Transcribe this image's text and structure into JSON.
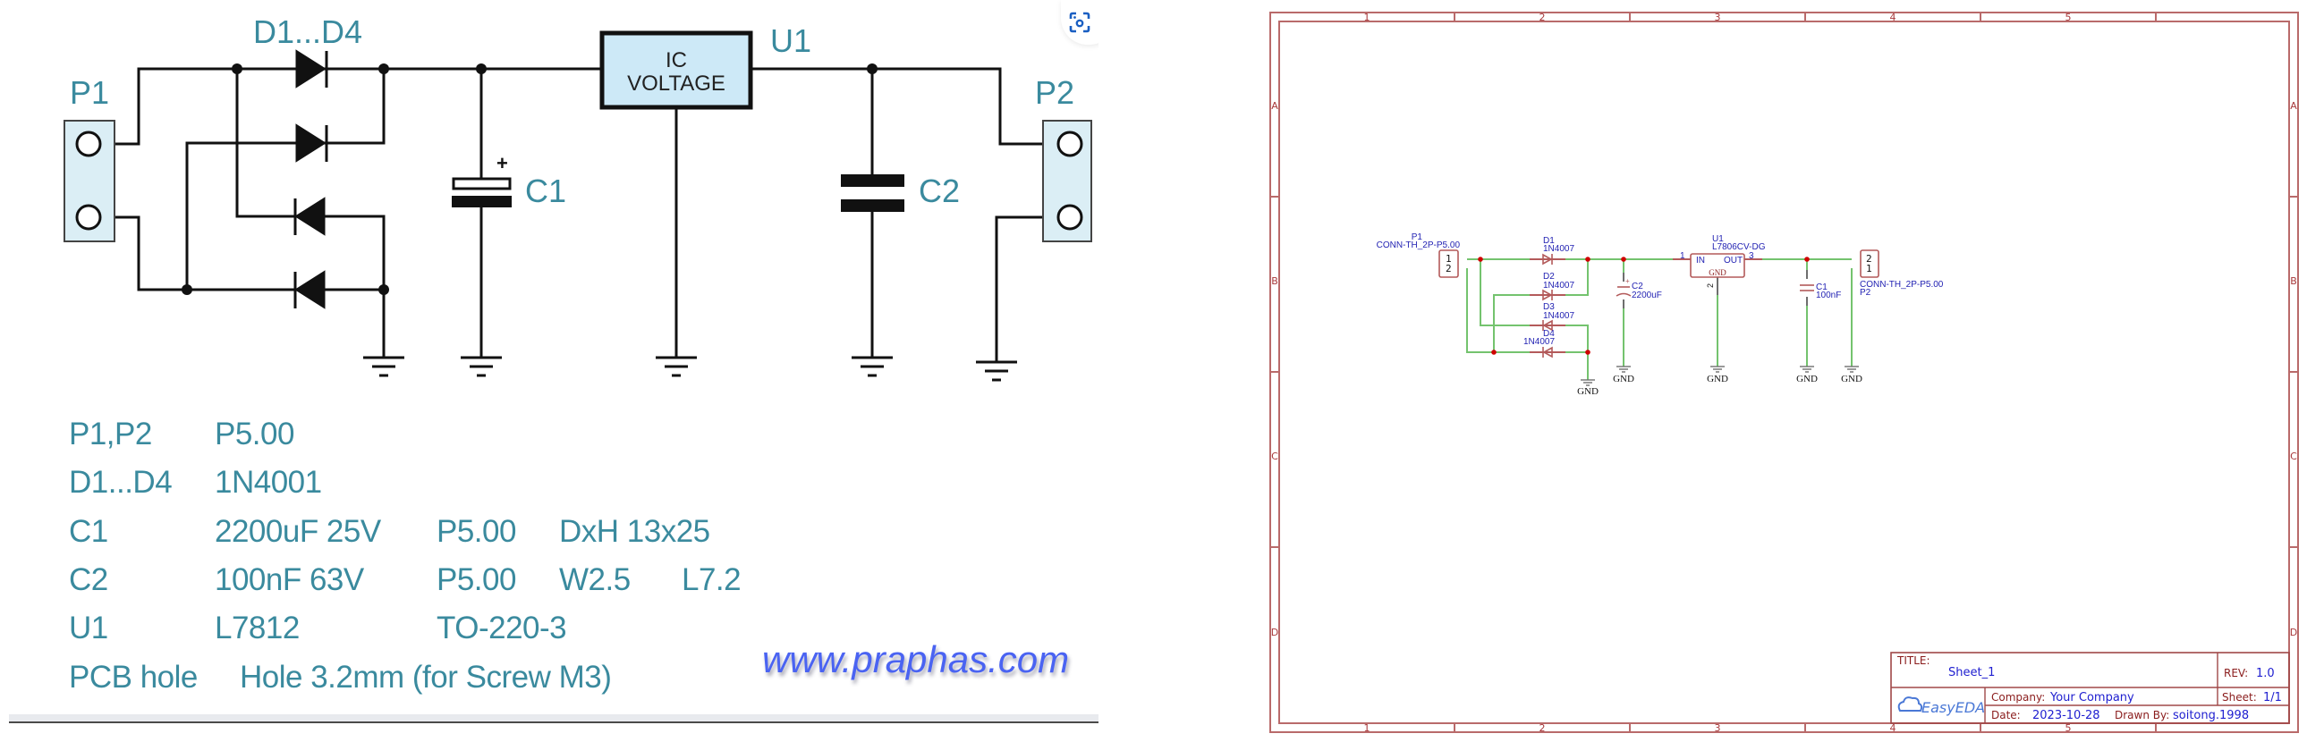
{
  "left_schematic": {
    "labels": {
      "p1": "P1",
      "p2": "P2",
      "diodes": "D1...D4",
      "c1": "C1",
      "c2": "C2",
      "u1": "U1",
      "ic_line1": "IC",
      "ic_line2": "VOLTAGE",
      "c1_polarity": "+"
    },
    "bom": [
      [
        "P1,P2",
        "P5.00",
        "",
        "",
        ""
      ],
      [
        "D1...D4",
        "1N4001",
        "",
        "",
        ""
      ],
      [
        "C1",
        "2200uF 25V",
        "P5.00",
        "DxH 13x25",
        ""
      ],
      [
        "C2",
        "100nF 63V",
        "P5.00",
        "W2.5",
        "L7.2"
      ],
      [
        "U1",
        "L7812",
        "TO-220-3",
        "",
        ""
      ]
    ],
    "pcb_hole": {
      "label": "PCB hole",
      "value": "Hole 3.2mm (for Screw M3)"
    },
    "watermark": "www.praphas.com",
    "lens_icon": "visual-search-icon",
    "colors": {
      "label_teal": "#3a8a9e",
      "watermark_blue": "#4a63f2",
      "component_fill": "#d6ecf5"
    }
  },
  "right_schematic": {
    "frame": {
      "columns": [
        "1",
        "2",
        "3",
        "4",
        "5"
      ],
      "rows": [
        "A",
        "B",
        "C",
        "D"
      ]
    },
    "components": {
      "p1": {
        "ref": "P1",
        "value": "CONN-TH_2P-P5.00",
        "pins": [
          "1",
          "2"
        ]
      },
      "d1": {
        "ref": "D1",
        "value": "1N4007"
      },
      "d2": {
        "ref": "D2",
        "value": "1N4007"
      },
      "d3": {
        "ref": "D3",
        "value": "1N4007"
      },
      "d4": {
        "ref": "D4",
        "value": "1N4007"
      },
      "c2": {
        "ref": "C2",
        "value": "2200uF"
      },
      "u1": {
        "ref": "U1",
        "value": "L7806CV-DG",
        "pin_in_num": "1",
        "pin_in": "IN",
        "pin_out": "OUT",
        "pin_out_num": "3",
        "pin_gnd": "GND",
        "pin_gnd_num": "2"
      },
      "c1": {
        "ref": "C1",
        "value": "100nF"
      },
      "p2": {
        "ref": "P2",
        "value": "CONN-TH_2P-P5.00",
        "pins": [
          "2",
          "1"
        ]
      }
    },
    "gnd_label": "GND",
    "title_block": {
      "title_label": "TITLE:",
      "title": "Sheet_1",
      "rev_label": "REV:",
      "rev": "1.0",
      "logo": "EasyEDA",
      "company_label": "Company:",
      "company": "Your Company",
      "sheet_label": "Sheet:",
      "sheet": "1/1",
      "date_label": "Date:",
      "date": "2023-10-28",
      "drawn_by_label": "Drawn By:",
      "drawn_by": "soitong.1998"
    },
    "colors": {
      "frame": "#b96a6a",
      "wire": "#74c36e",
      "junction": "#d00000",
      "ref_text": "#2323b3"
    }
  }
}
